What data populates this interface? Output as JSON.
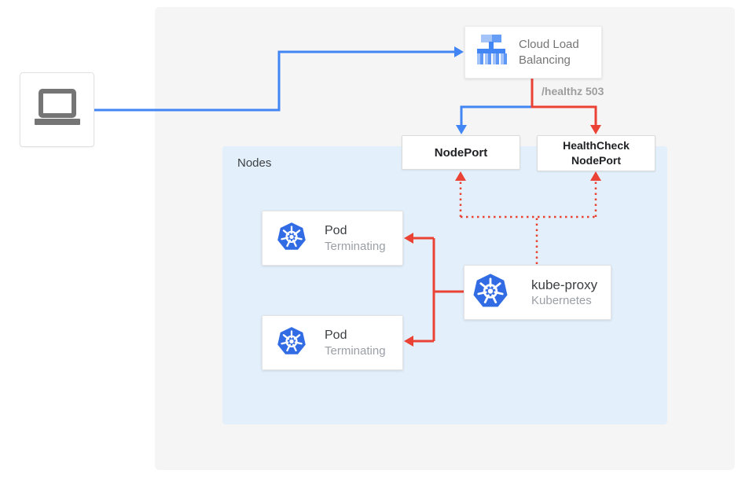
{
  "colors": {
    "line_blue": "#4285F4",
    "line_red": "#EA4335",
    "panel_bg": "#F5F5F5",
    "nodes_bg": "#E3F0FB",
    "kubernetes_blue": "#326CE5",
    "dark_text": "#202124",
    "gray_text": "#757575",
    "light_gray_text": "#9AA0A6",
    "healthz_text": "#9E9E9E"
  },
  "client": {
    "icon": "laptop"
  },
  "cloud_load_balancing": {
    "line1": "Cloud Load",
    "line2": "Balancing"
  },
  "healthz_badge": "/healthz 503",
  "nodeport": "NodePort",
  "healthcheck_nodeport": {
    "line1": "HealthCheck",
    "line2": "NodePort"
  },
  "nodes_group": "Nodes",
  "pods": [
    {
      "title": "Pod",
      "status": "Terminating"
    },
    {
      "title": "Pod",
      "status": "Terminating"
    }
  ],
  "kube_proxy": {
    "title": "kube-proxy",
    "subtitle": "Kubernetes"
  },
  "edges": [
    {
      "from": "client",
      "to": "cloud-load-balancing",
      "color": "blue",
      "style": "solid"
    },
    {
      "from": "cloud-load-balancing",
      "to": "nodeport",
      "color": "blue",
      "style": "solid"
    },
    {
      "from": "cloud-load-balancing",
      "to": "healthcheck-nodeport",
      "color": "red",
      "style": "solid",
      "label": "/healthz 503"
    },
    {
      "from": "kube-proxy",
      "to": "pod-1",
      "color": "red",
      "style": "solid"
    },
    {
      "from": "kube-proxy",
      "to": "pod-2",
      "color": "red",
      "style": "solid"
    },
    {
      "from": "kube-proxy",
      "to": "nodeport",
      "color": "red",
      "style": "dotted"
    },
    {
      "from": "kube-proxy",
      "to": "healthcheck-nodeport",
      "color": "red",
      "style": "dotted"
    }
  ]
}
